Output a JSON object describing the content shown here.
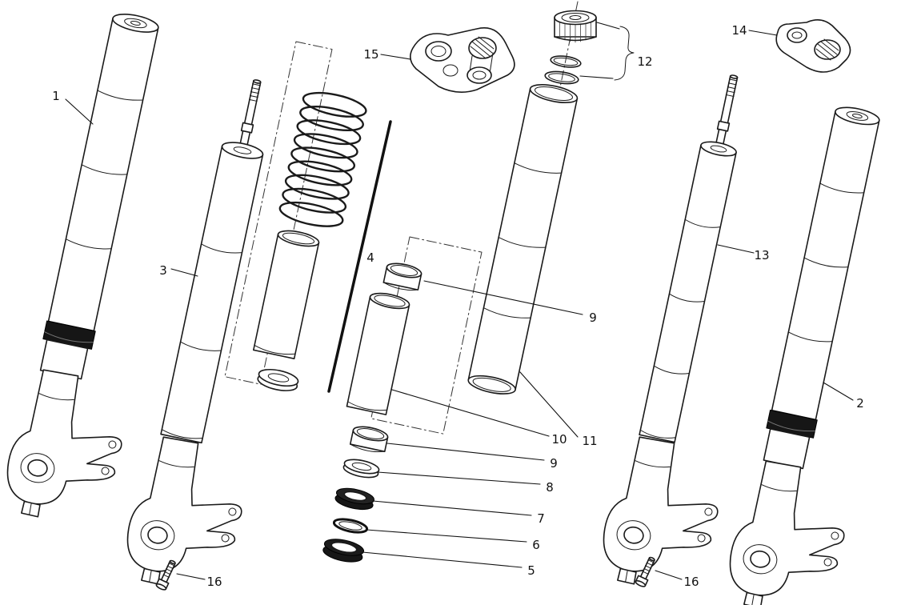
{
  "diagram": {
    "background": "#ffffff",
    "line_color": "#1a1a1a"
  },
  "callouts": [
    {
      "id": "c1",
      "label": "1"
    },
    {
      "id": "c3",
      "label": "3"
    },
    {
      "id": "c15",
      "label": "15"
    },
    {
      "id": "c12",
      "label": "12"
    },
    {
      "id": "c14",
      "label": "14"
    },
    {
      "id": "c4",
      "label": "4"
    },
    {
      "id": "c9a",
      "label": "9"
    },
    {
      "id": "c10",
      "label": "10"
    },
    {
      "id": "c11",
      "label": "11"
    },
    {
      "id": "c9b",
      "label": "9"
    },
    {
      "id": "c8",
      "label": "8"
    },
    {
      "id": "c7",
      "label": "7"
    },
    {
      "id": "c6",
      "label": "6"
    },
    {
      "id": "c5",
      "label": "5"
    },
    {
      "id": "c13",
      "label": "13"
    },
    {
      "id": "c2",
      "label": "2"
    },
    {
      "id": "c16l",
      "label": "16"
    },
    {
      "id": "c16r",
      "label": "16"
    }
  ]
}
